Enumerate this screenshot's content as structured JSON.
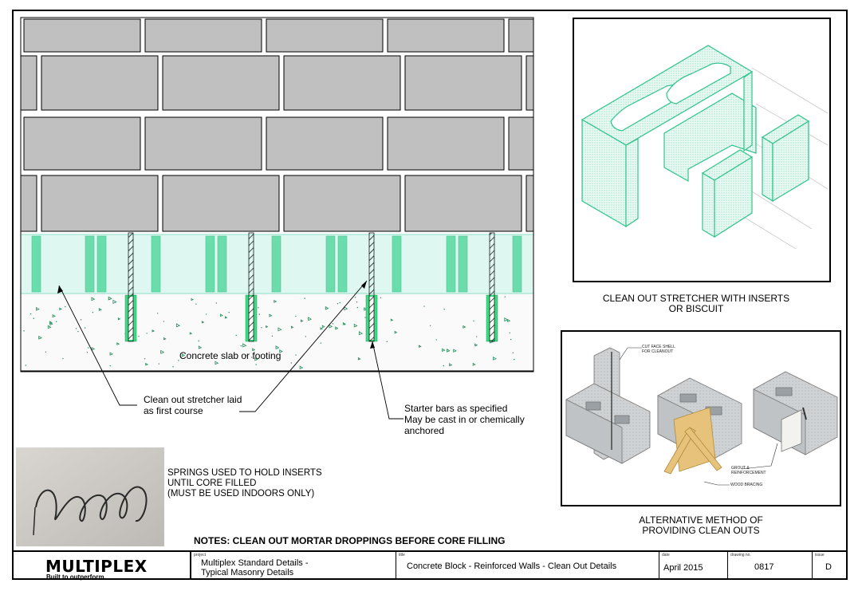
{
  "labels": {
    "slab": "Concrete slab or footing",
    "stretcher": "Clean out stretcher laid\nas first course",
    "starter": "Starter bars as specified\nMay be cast in or chemically\nanchored",
    "springs": "SPRINGS USED TO HOLD INSERTS\nUNTIL CORE FILLED\n(MUST BE USED INDOORS ONLY)"
  },
  "captions": {
    "top_right": "CLEAN OUT STRETCHER WITH INSERTS\nOR BISCUIT",
    "bottom_right": "ALTERNATIVE METHOD OF\nPROVIDING CLEAN OUTS"
  },
  "photo_callouts": {
    "cut_face": "CUT FACE SHELL\nFOR CLEANOUT",
    "grout": "GROUT &\nREINFORCEMENT",
    "bracing": "WOOD BRACING"
  },
  "note": "NOTES: CLEAN OUT MORTAR DROPPINGS BEFORE CORE FILLING",
  "title_block": {
    "logo": "MULTIPLEX",
    "tagline": "Built to outperform.",
    "project_label": "project",
    "project": "Multiplex Standard Details -\nTypical Masonry Details",
    "title_label": "title",
    "title": "Concrete Block - Reinforced Walls - Clean Out Details",
    "date_label": "date",
    "date": "April 2015",
    "drawing_label": "drawing no.",
    "drawing_no": "0817",
    "issue_label": "issue",
    "issue": "D"
  },
  "colors": {
    "block": "#c0c0c0",
    "insert_fill": "#dff7f1",
    "insert_edge": "#57d9a0",
    "bar_green": "#3ddc84"
  }
}
